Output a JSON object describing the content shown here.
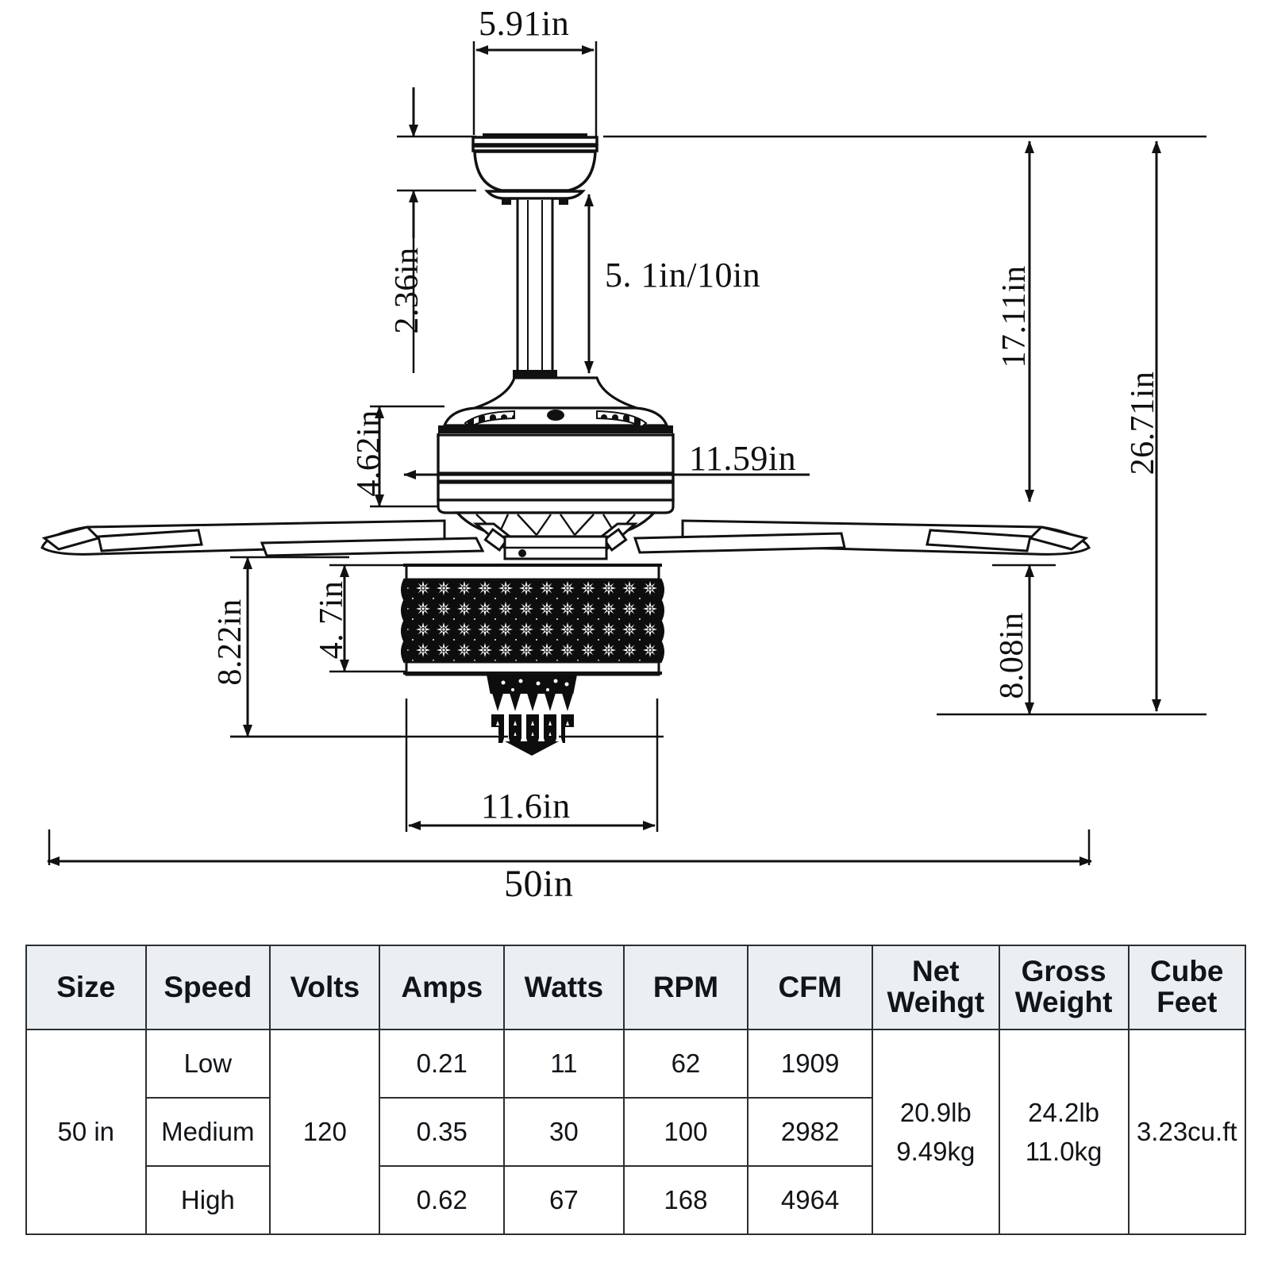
{
  "diagram": {
    "title": "Ceiling Fan Dimension Drawing",
    "dimensions": {
      "canopy_width": "5.91in",
      "canopy_height": "2.36in",
      "downrod_length": "5. 1in/10in",
      "motor_height": "4.62in",
      "motor_width": "11.59in",
      "blade_to_bottom": "8.22in",
      "shade_height": "4. 7in",
      "shade_width": "11.6in",
      "ceiling_to_blade": "17.11in",
      "blade_to_floor_side": "8.08in",
      "total_height": "26.71in",
      "blade_span": "50in"
    }
  },
  "spec_table": {
    "headers": [
      "Size",
      "Speed",
      "Volts",
      "Amps",
      "Watts",
      "RPM",
      "CFM",
      "Net\nWeihgt",
      "Gross\nWeight",
      "Cube\nFeet"
    ],
    "headers_multiline": [
      [
        "Size"
      ],
      [
        "Speed"
      ],
      [
        "Volts"
      ],
      [
        "Amps"
      ],
      [
        "Watts"
      ],
      [
        "RPM"
      ],
      [
        "CFM"
      ],
      [
        "Net",
        "Weihgt"
      ],
      [
        "Gross",
        "Weight"
      ],
      [
        "Cube",
        "Feet"
      ]
    ],
    "size": "50 in",
    "volts": "120",
    "net_weight": [
      "20.9lb",
      "9.49kg"
    ],
    "gross_weight": [
      "24.2lb",
      "11.0kg"
    ],
    "cube_feet": "3.23cu.ft",
    "rows": [
      {
        "speed": "Low",
        "amps": "0.21",
        "watts": "11",
        "rpm": "62",
        "cfm": "1909"
      },
      {
        "speed": "Medium",
        "amps": "0.35",
        "watts": "30",
        "rpm": "100",
        "cfm": "2982"
      },
      {
        "speed": "High",
        "amps": "0.62",
        "watts": "67",
        "rpm": "168",
        "cfm": "4964"
      }
    ]
  },
  "colors": {
    "line": "#111111",
    "header_bg": "#eceff1",
    "border": "#2b2f33",
    "background": "#ffffff"
  }
}
